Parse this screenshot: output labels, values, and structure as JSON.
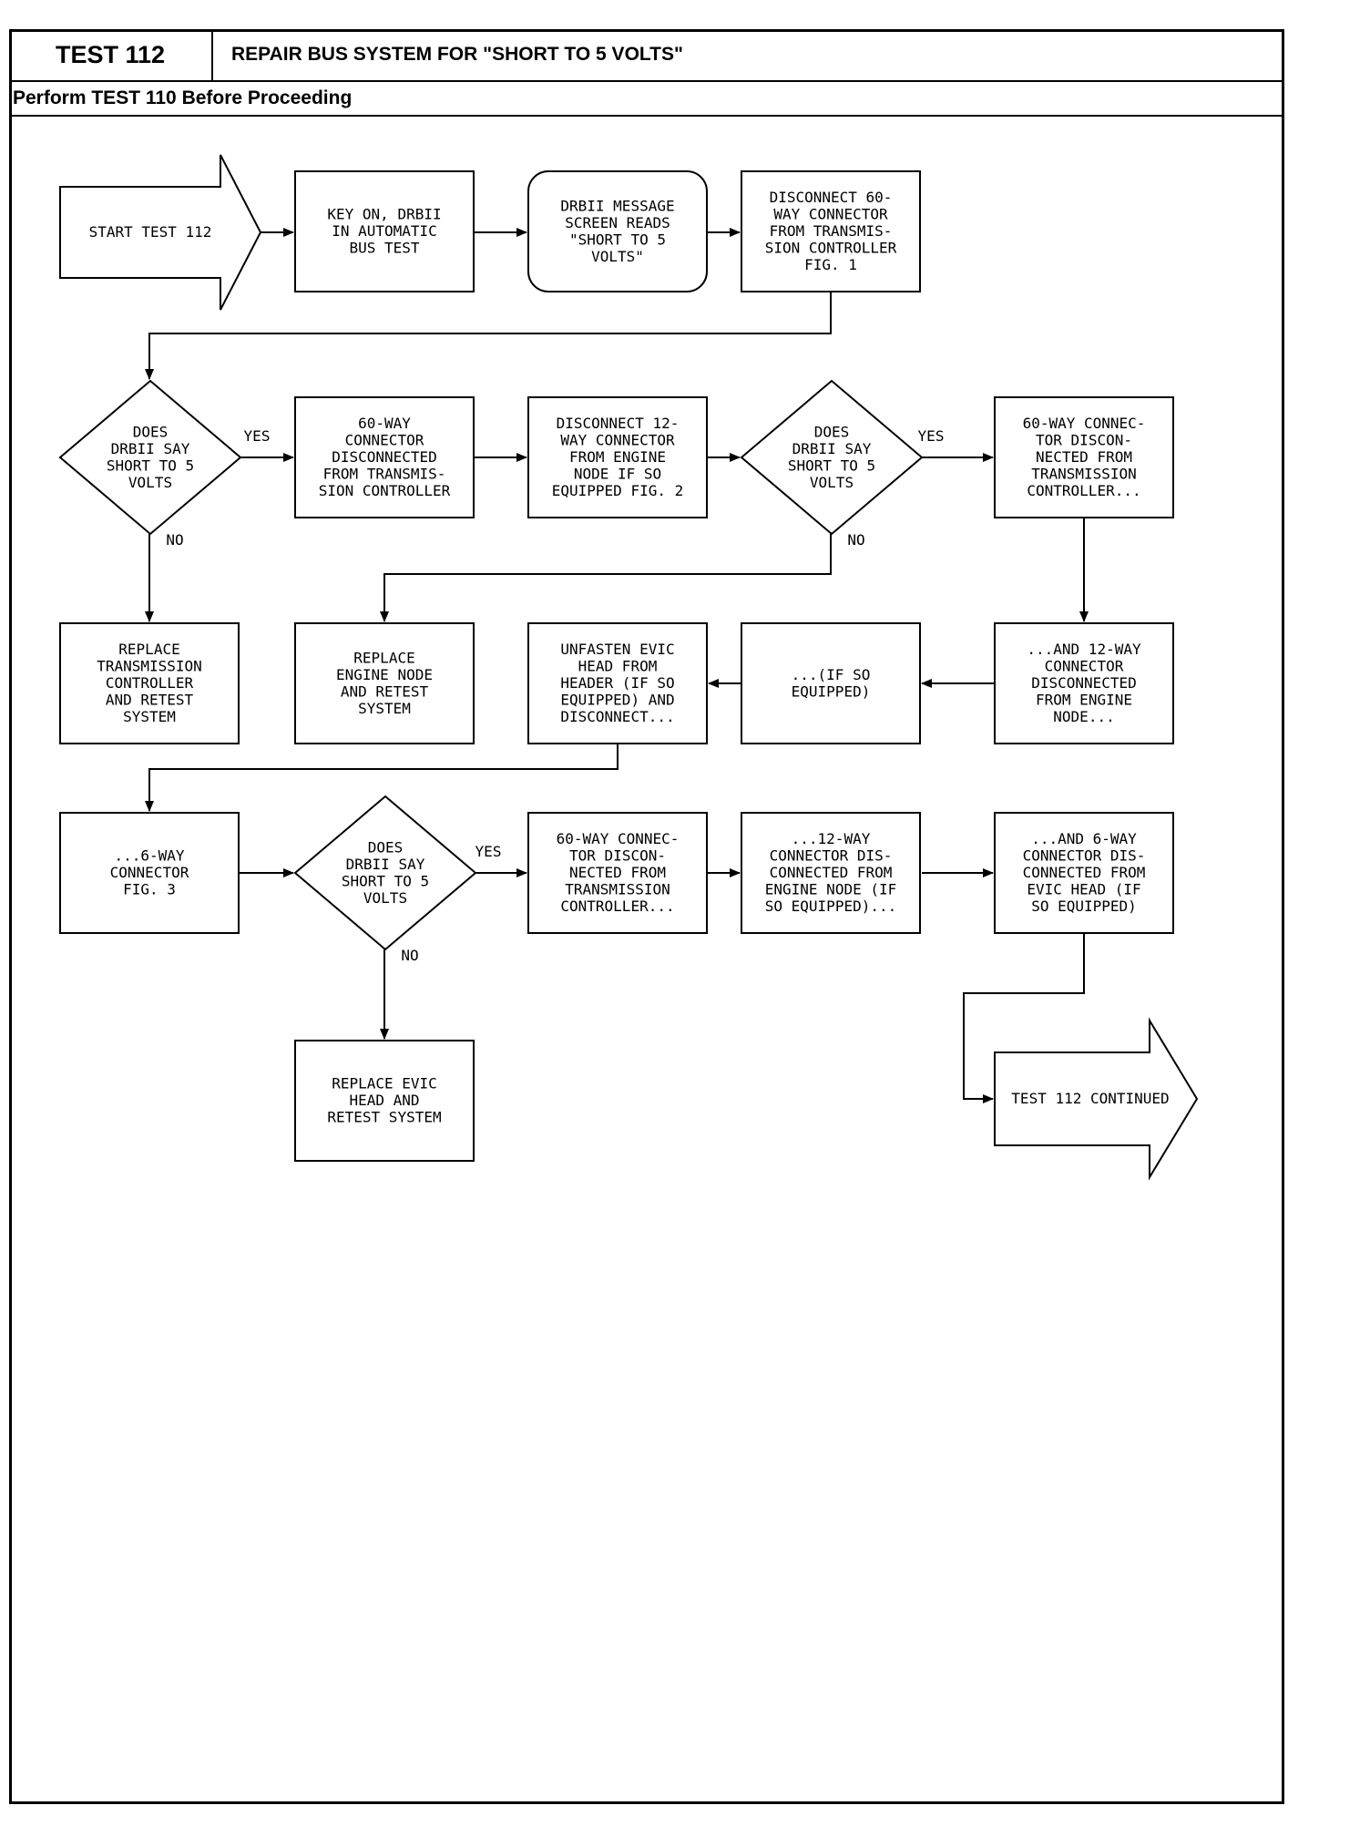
{
  "header": {
    "test_number": "TEST 112",
    "title": "REPAIR BUS SYSTEM FOR \"SHORT TO 5 VOLTS\"",
    "prerequisite": "Perform TEST 110 Before Proceeding"
  },
  "flowchart": {
    "start": [
      "START TEST 112"
    ],
    "key_on": [
      "KEY ON, DRBII",
      "IN AUTOMATIC",
      "BUS TEST"
    ],
    "drbii_message": [
      "DRBII MESSAGE",
      "SCREEN READS",
      "\"SHORT TO 5",
      "VOLTS\""
    ],
    "disconnect_60_way": [
      "DISCONNECT 60-",
      "WAY CONNECTOR",
      "FROM TRANSMIS-",
      "SION CONTROLLER",
      "FIG. 1"
    ],
    "decision_1": [
      "DOES",
      "DRBII SAY",
      "SHORT TO 5",
      "VOLTS"
    ],
    "sixty_way_disconnected": [
      "60-WAY",
      "CONNECTOR",
      "DISCONNECTED",
      "FROM TRANSMIS-",
      "SION CONTROLLER"
    ],
    "disconnect_12_way": [
      "DISCONNECT 12-",
      "WAY CONNECTOR",
      "FROM ENGINE",
      "NODE IF SO",
      "EQUIPPED FIG. 2"
    ],
    "decision_2": [
      "DOES",
      "DRBII SAY",
      "SHORT TO 5",
      "VOLTS"
    ],
    "sixty_way_disconnected_2": [
      "60-WAY CONNEC-",
      "TOR DISCON-",
      "NECTED FROM",
      "TRANSMISSION",
      "CONTROLLER..."
    ],
    "replace_transmission": [
      "REPLACE",
      "TRANSMISSION",
      "CONTROLLER",
      "AND RETEST",
      "SYSTEM"
    ],
    "replace_engine_node": [
      "REPLACE",
      "ENGINE NODE",
      "AND RETEST",
      "SYSTEM"
    ],
    "unfasten_evic": [
      "UNFASTEN EVIC",
      "HEAD FROM",
      "HEADER (IF SO",
      "EQUIPPED) AND",
      "DISCONNECT..."
    ],
    "if_so_equipped": [
      "...(IF SO",
      "EQUIPPED)"
    ],
    "and_12_way": [
      "...AND 12-WAY",
      "CONNECTOR",
      "DISCONNECTED",
      "FROM ENGINE",
      "NODE..."
    ],
    "six_way_connector": [
      "...6-WAY",
      "CONNECTOR",
      "FIG. 3"
    ],
    "decision_3": [
      "DOES",
      "DRBII SAY",
      "SHORT TO 5",
      "VOLTS"
    ],
    "sixty_way_disconnected_3": [
      "60-WAY CONNEC-",
      "TOR DISCON-",
      "NECTED FROM",
      "TRANSMISSION",
      "CONTROLLER..."
    ],
    "twelve_way_disconnected": [
      "...12-WAY",
      "CONNECTOR DIS-",
      "CONNECTED FROM",
      "ENGINE NODE (IF",
      "SO EQUIPPED)..."
    ],
    "and_6_way": [
      "...AND 6-WAY",
      "CONNECTOR DIS-",
      "CONNECTED FROM",
      "EVIC HEAD (IF",
      "SO EQUIPPED)"
    ],
    "replace_evic": [
      "REPLACE EVIC",
      "HEAD AND",
      "RETEST SYSTEM"
    ],
    "continued": [
      "TEST 112 CONTINUED"
    ],
    "yes_label": "YES",
    "no_label": "NO"
  }
}
